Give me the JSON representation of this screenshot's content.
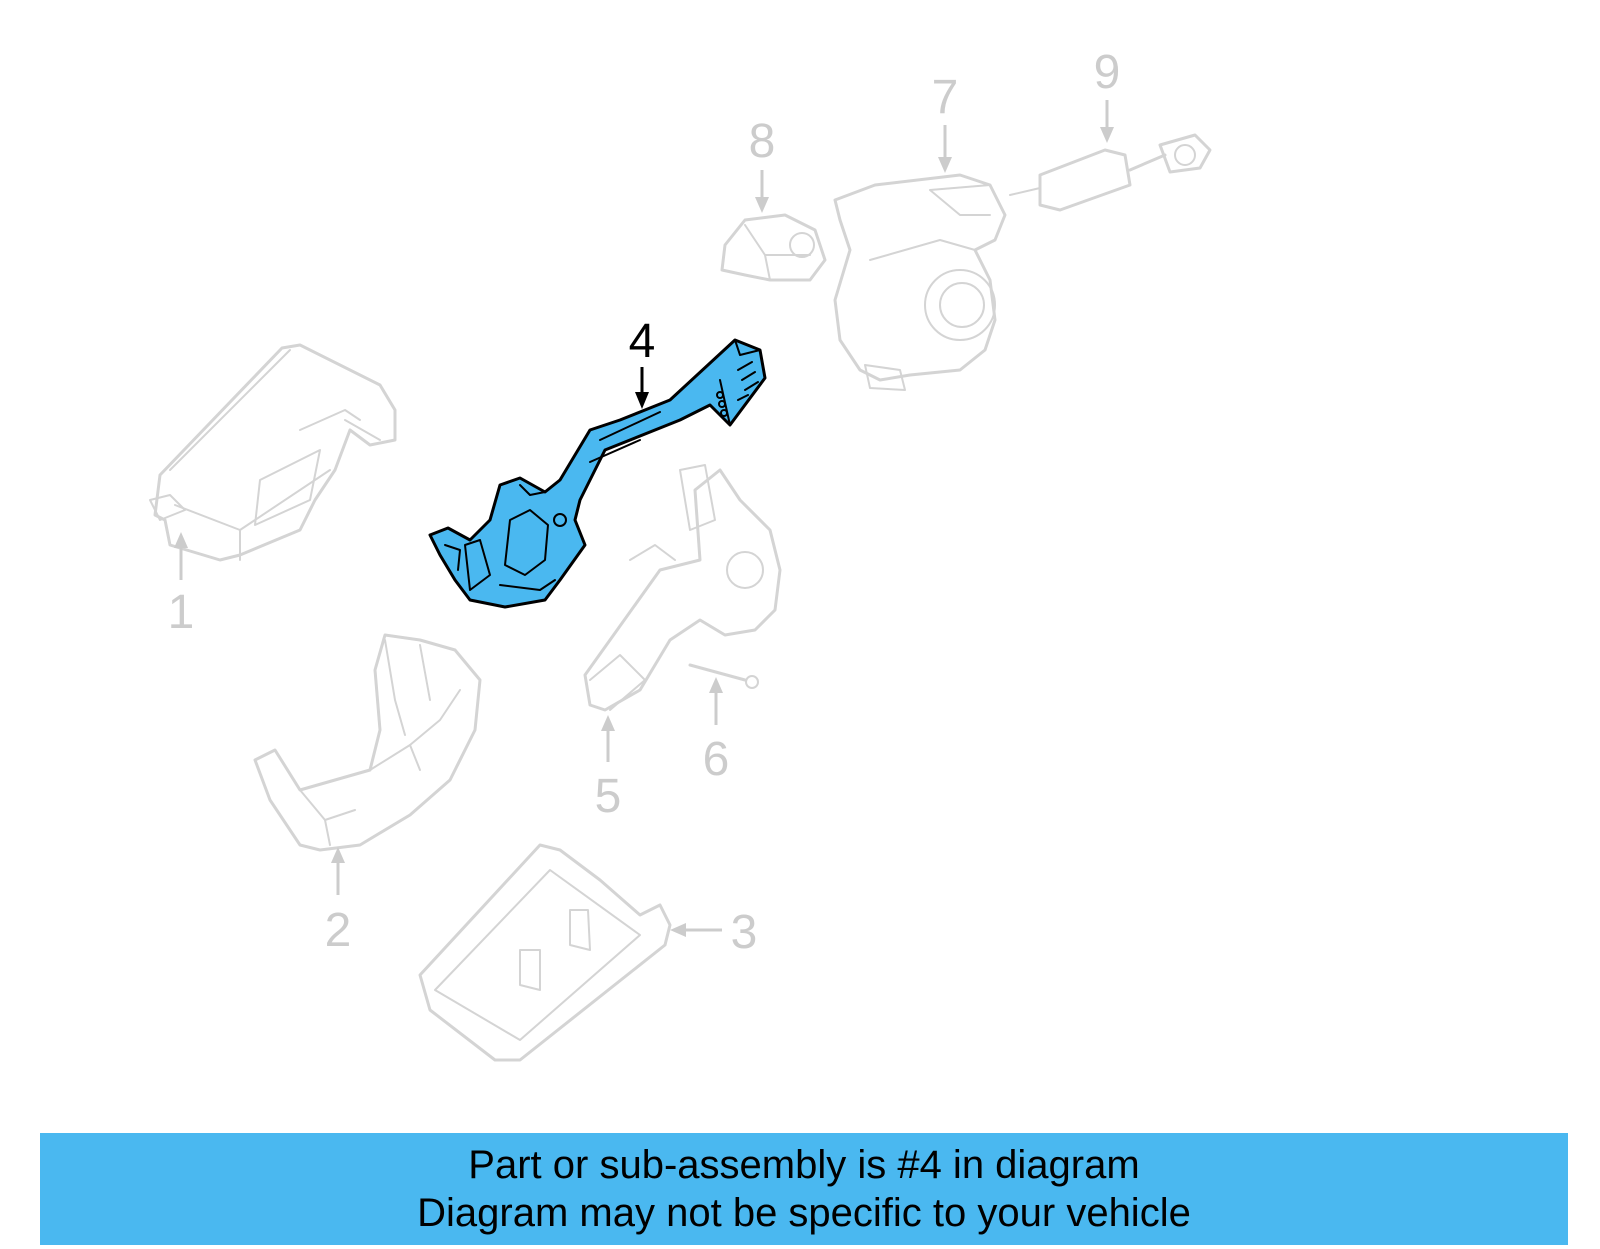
{
  "diagram": {
    "callouts": [
      "1",
      "2",
      "3",
      "4",
      "5",
      "6",
      "7",
      "8",
      "9"
    ],
    "highlighted_callout": "4",
    "highlight_color": "#4ab8f0",
    "ghost_part_color": "#d4d4d4"
  },
  "banner": {
    "line1": "Part or sub-assembly is #4 in diagram",
    "line2": "Diagram may not be specific to your vehicle",
    "background_color": "#4ab8f0"
  }
}
